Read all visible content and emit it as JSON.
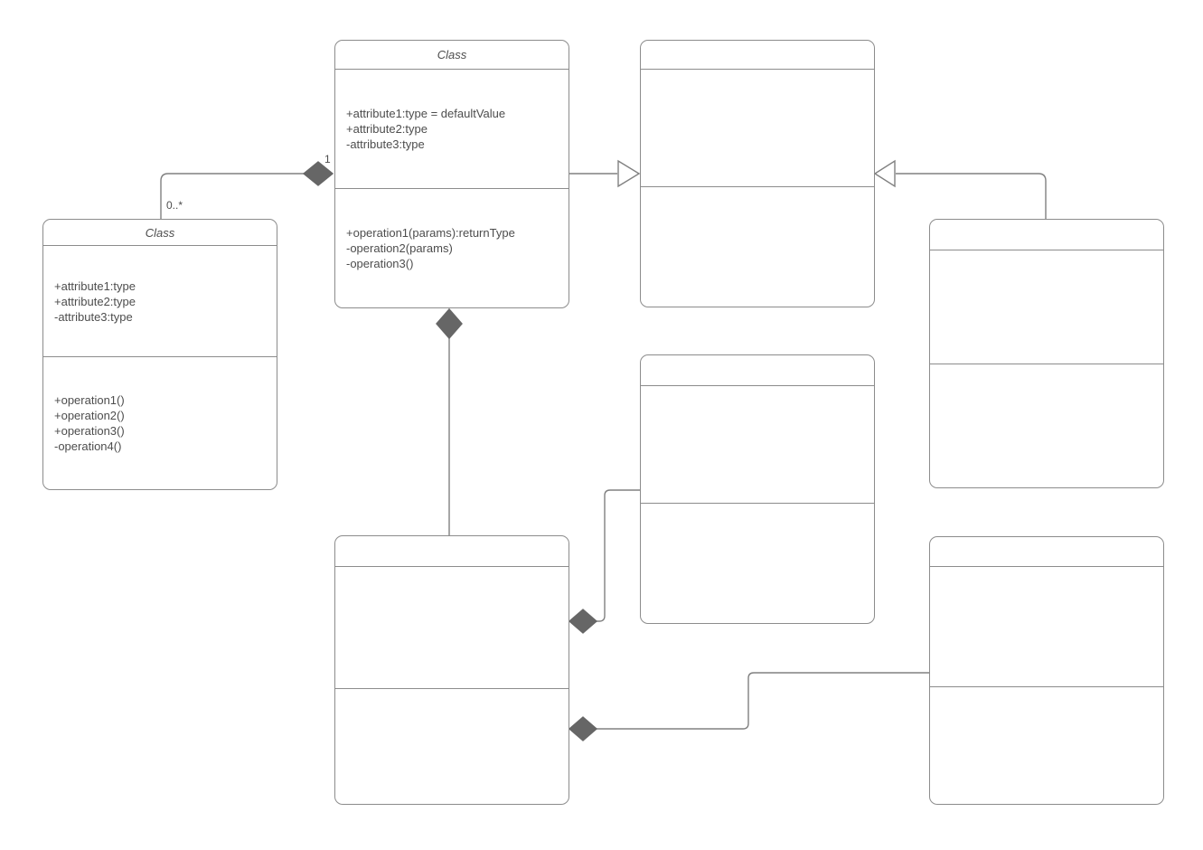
{
  "diagram": {
    "kind": "uml-class-diagram",
    "colors": {
      "background": "#ffffff",
      "box_border": "#8c8c8c",
      "connector": "#808080",
      "diamond_fill": "#666666",
      "text": "#4d4d4d"
    }
  },
  "classes": [
    {
      "id": "top-center",
      "title": "Class",
      "attributes": [
        "+attribute1:type = defaultValue",
        "+attribute2:type",
        "-attribute3:type"
      ],
      "operations": [
        "+operation1(params):returnType",
        "-operation2(params)",
        "-operation3()"
      ]
    },
    {
      "id": "left",
      "title": "Class",
      "attributes": [
        "+attribute1:type",
        "+attribute2:type",
        "-attribute3:type"
      ],
      "operations": [
        "+operation1()",
        "+operation2()",
        "+operation3()",
        "-operation4()"
      ]
    },
    {
      "id": "top-right",
      "title": "",
      "attributes": [],
      "operations": []
    },
    {
      "id": "right",
      "title": "",
      "attributes": [],
      "operations": []
    },
    {
      "id": "middle",
      "title": "",
      "attributes": [],
      "operations": []
    },
    {
      "id": "bottom-center",
      "title": "",
      "attributes": [],
      "operations": []
    },
    {
      "id": "bottom-right",
      "title": "",
      "attributes": [],
      "operations": []
    }
  ],
  "edges": [
    {
      "id": "left-to-topcenter",
      "type": "composition",
      "whole": "top-center",
      "part": "left",
      "whole_multiplicity": "1",
      "part_multiplicity": "0..*"
    },
    {
      "id": "topcenter-to-topright",
      "type": "generalization",
      "child": "top-center",
      "parent": "top-right"
    },
    {
      "id": "right-to-topright",
      "type": "generalization",
      "child": "right",
      "parent": "top-right"
    },
    {
      "id": "topcenter-to-bottomcenter",
      "type": "composition",
      "whole": "top-center",
      "part": "bottom-center"
    },
    {
      "id": "bottomcenter-to-middle",
      "type": "composition",
      "whole": "bottom-center",
      "part": "middle"
    },
    {
      "id": "bottomcenter-to-bottomright",
      "type": "composition",
      "whole": "bottom-center",
      "part": "bottom-right"
    }
  ]
}
